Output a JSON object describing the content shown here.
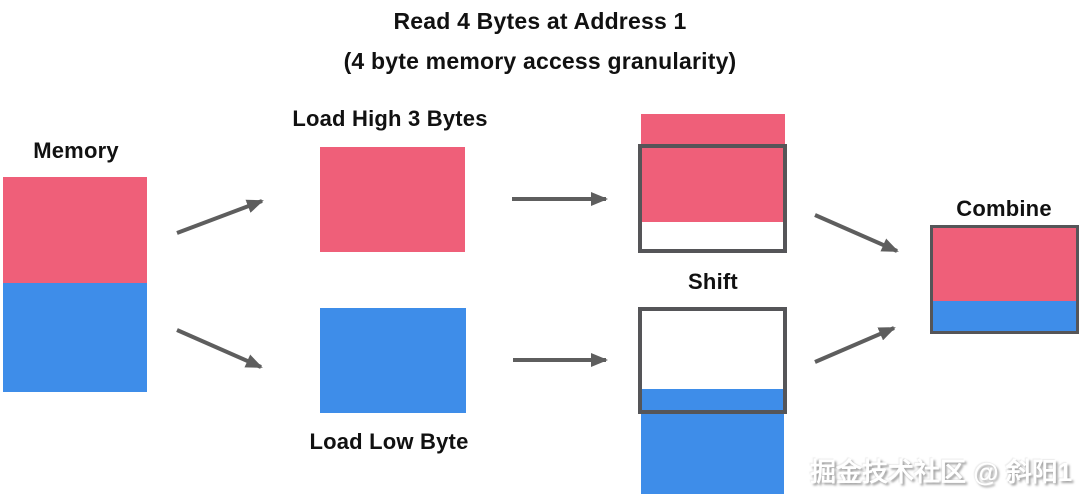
{
  "title": {
    "line1": "Read 4 Bytes at Address 1",
    "line2": "(4 byte memory access granularity)"
  },
  "labels": {
    "memory": "Memory",
    "load_high": "Load High 3 Bytes",
    "load_low": "Load Low Byte",
    "shift": "Shift",
    "combine": "Combine"
  },
  "watermark": "掘金技术社区 @ 斜阳1",
  "colors": {
    "pink": "#EF5F79",
    "blue": "#3E8DE9",
    "outline": "#555558",
    "arrow": "#5E5E5E",
    "text": "#111111"
  }
}
